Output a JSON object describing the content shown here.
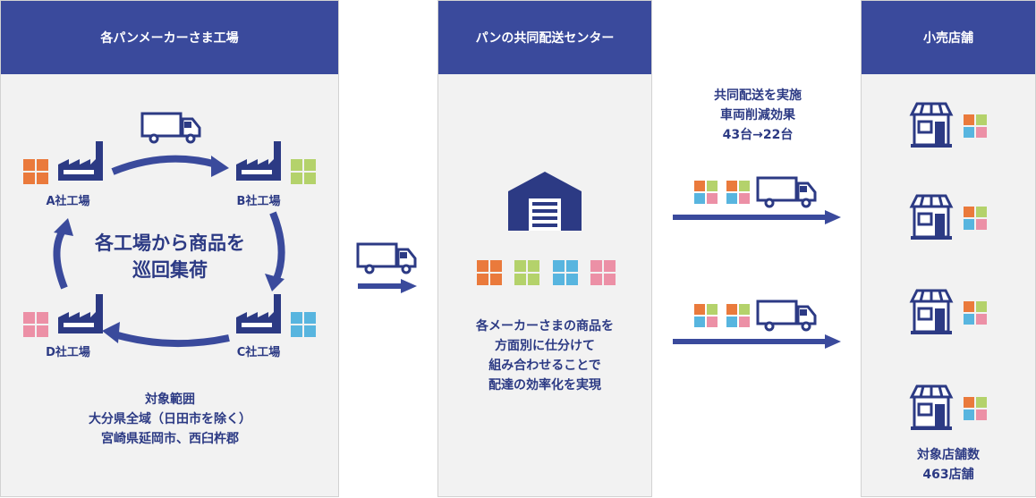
{
  "columns": {
    "factories": {
      "title": "各パンメーカーさま工場"
    },
    "center": {
      "title": "パンの共同配送センター"
    },
    "retail": {
      "title": "小売店舗"
    }
  },
  "factories": {
    "a_label": "A社工場",
    "b_label": "B社工場",
    "c_label": "C社工場",
    "d_label": "D社工場",
    "loop_line1": "各工場から商品を",
    "loop_line2": "巡回集荷",
    "scope_line1": "対象範囲",
    "scope_line2": "大分県全域（日田市を除く）",
    "scope_line3": "宮崎県延岡市、西臼杵郡"
  },
  "center": {
    "desc_line1": "各メーカーさまの商品を",
    "desc_line2": "方面別に仕分けて",
    "desc_line3": "組み合わせることで",
    "desc_line4": "配達の効率化を実現"
  },
  "delivery": {
    "line1": "共同配送を実施",
    "line2": "車両削減効果",
    "line3": "43台→22台"
  },
  "retail": {
    "count_line1": "対象店舗数",
    "count_line2": "463店舗"
  },
  "colors": {
    "header": "#3a4a9c",
    "text": "#2c3a84",
    "orange": "#ea7a3c",
    "green": "#b4d26b",
    "blue": "#58b5df",
    "pink": "#ec90a6"
  },
  "icons": [
    "truck-icon",
    "factory-icon",
    "warehouse-icon",
    "store-icon",
    "arrow-icon"
  ]
}
